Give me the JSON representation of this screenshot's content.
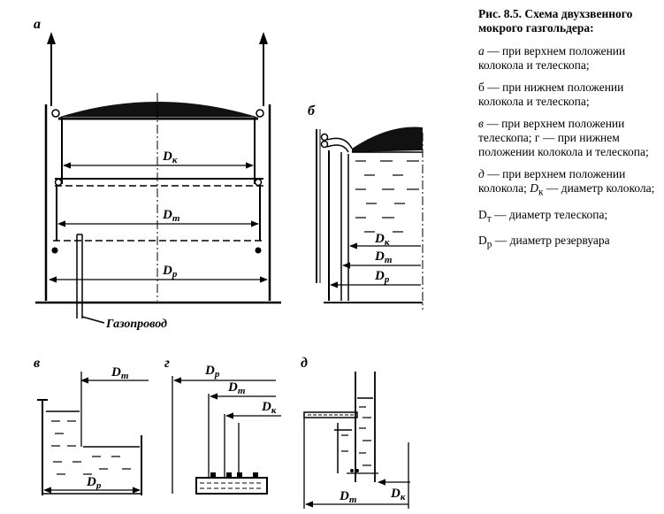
{
  "caption": {
    "title": "Рис. 8.5. Схема двухзвенного мокрого газгольдера:",
    "items": [
      {
        "key": "а",
        "text": " — при верхнем положении колокола и телескопа;"
      },
      {
        "key": "",
        "text": "б — при нижнем положении колокола и телескопа;"
      },
      {
        "key": "в",
        "text": " — при верхнем положении телескопа; "
      },
      {
        "key": "",
        "text": "г — при нижнем положении колокола и телескопа;"
      },
      {
        "key": "д",
        "text": " — при верхнем положении колокола; "
      },
      {
        "key": "",
        "text": "D",
        "sub": "к",
        "rest": " — диаметр колокола;"
      },
      {
        "key": "",
        "text": "D",
        "sub": "т",
        "rest": " — диаметр телескопа;"
      },
      {
        "key": "",
        "text": "D",
        "sub": "р",
        "rest": " — диаметр резервуара"
      }
    ]
  },
  "panels": {
    "a": {
      "letter": "а"
    },
    "b": {
      "letter": "б"
    },
    "v": {
      "letter": "в"
    },
    "g": {
      "letter": "г"
    },
    "d": {
      "letter": "д"
    }
  },
  "dims": {
    "Dk": "D",
    "k_sub": "к",
    "Dt": "D",
    "t_sub": "т",
    "Dp": "D",
    "p_sub": "р"
  },
  "labels": {
    "gas_pipe": "Газопровод"
  }
}
